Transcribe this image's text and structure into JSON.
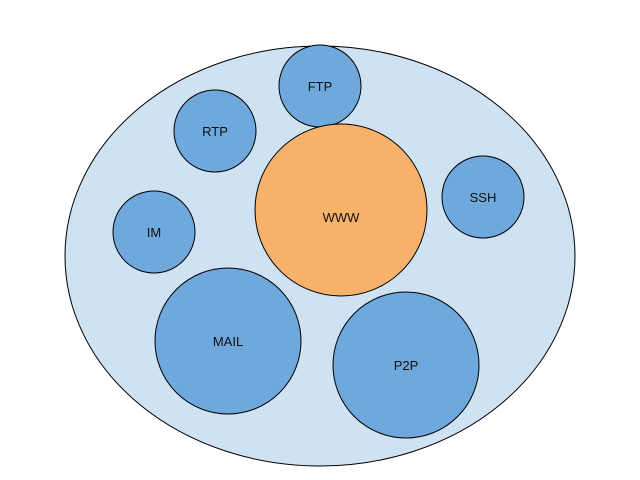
{
  "colors": {
    "outer_fill": "#cfe2f3",
    "protocol_fill": "#6fa8dc",
    "highlight_fill": "#f6b26b",
    "stroke": "#000000"
  },
  "nodes": {
    "ftp": {
      "label": "FTP"
    },
    "rtp": {
      "label": "RTP"
    },
    "ssh": {
      "label": "SSH"
    },
    "im": {
      "label": "IM"
    },
    "www": {
      "label": "WWW"
    },
    "mail": {
      "label": "MAIL"
    },
    "p2p": {
      "label": "P2P"
    }
  }
}
